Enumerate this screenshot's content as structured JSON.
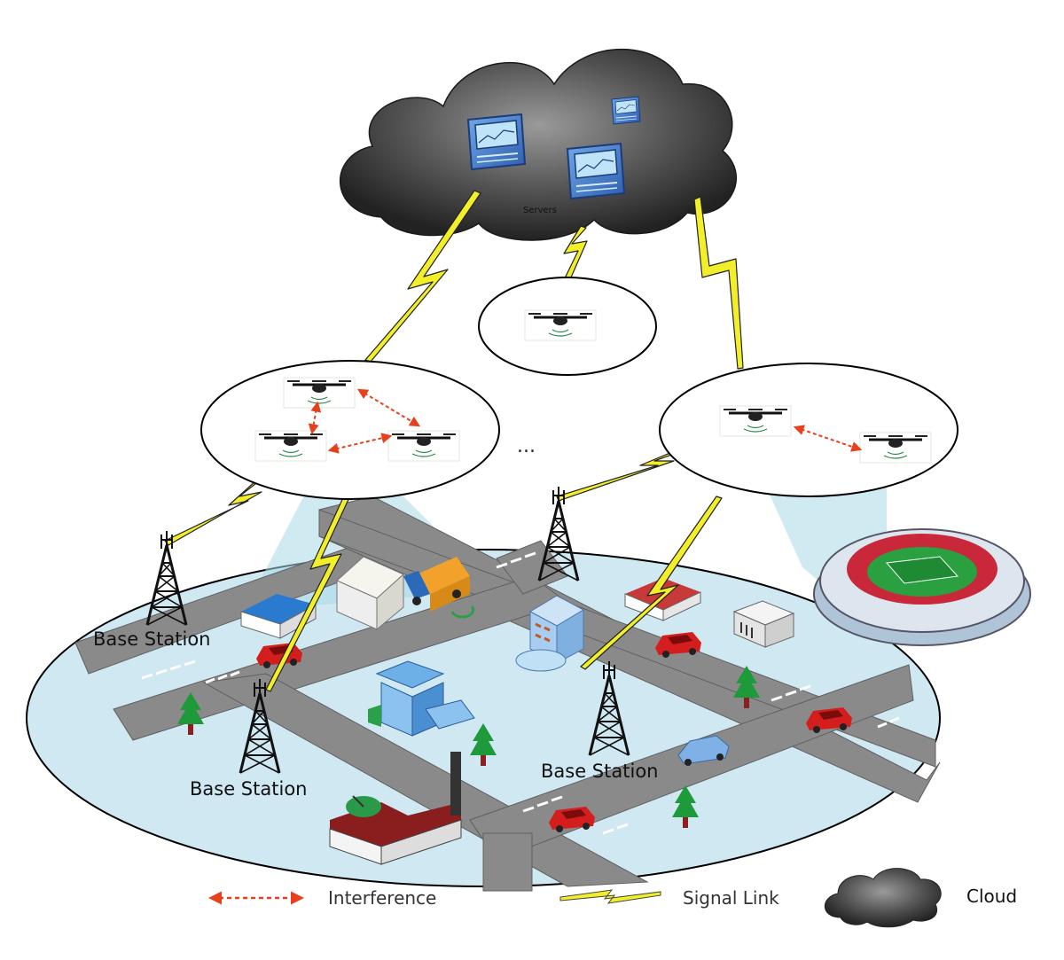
{
  "cloud": {
    "servers_label": "Servers"
  },
  "ellipsis": "...",
  "base_stations": [
    {
      "label": "Base Station"
    },
    {
      "label": "Base Station"
    },
    {
      "label": "Base Station"
    }
  ],
  "legend": {
    "interference": "Interference",
    "signal_link": "Signal Link",
    "cloud": "Cloud"
  },
  "colors": {
    "interference": "#e8401c",
    "signal_link": "#f2ef2a",
    "cloud": "#3a3a3a",
    "ground": "#cfe8f2",
    "road": "#8a8a8a",
    "coverage": "#a9d8e8"
  }
}
